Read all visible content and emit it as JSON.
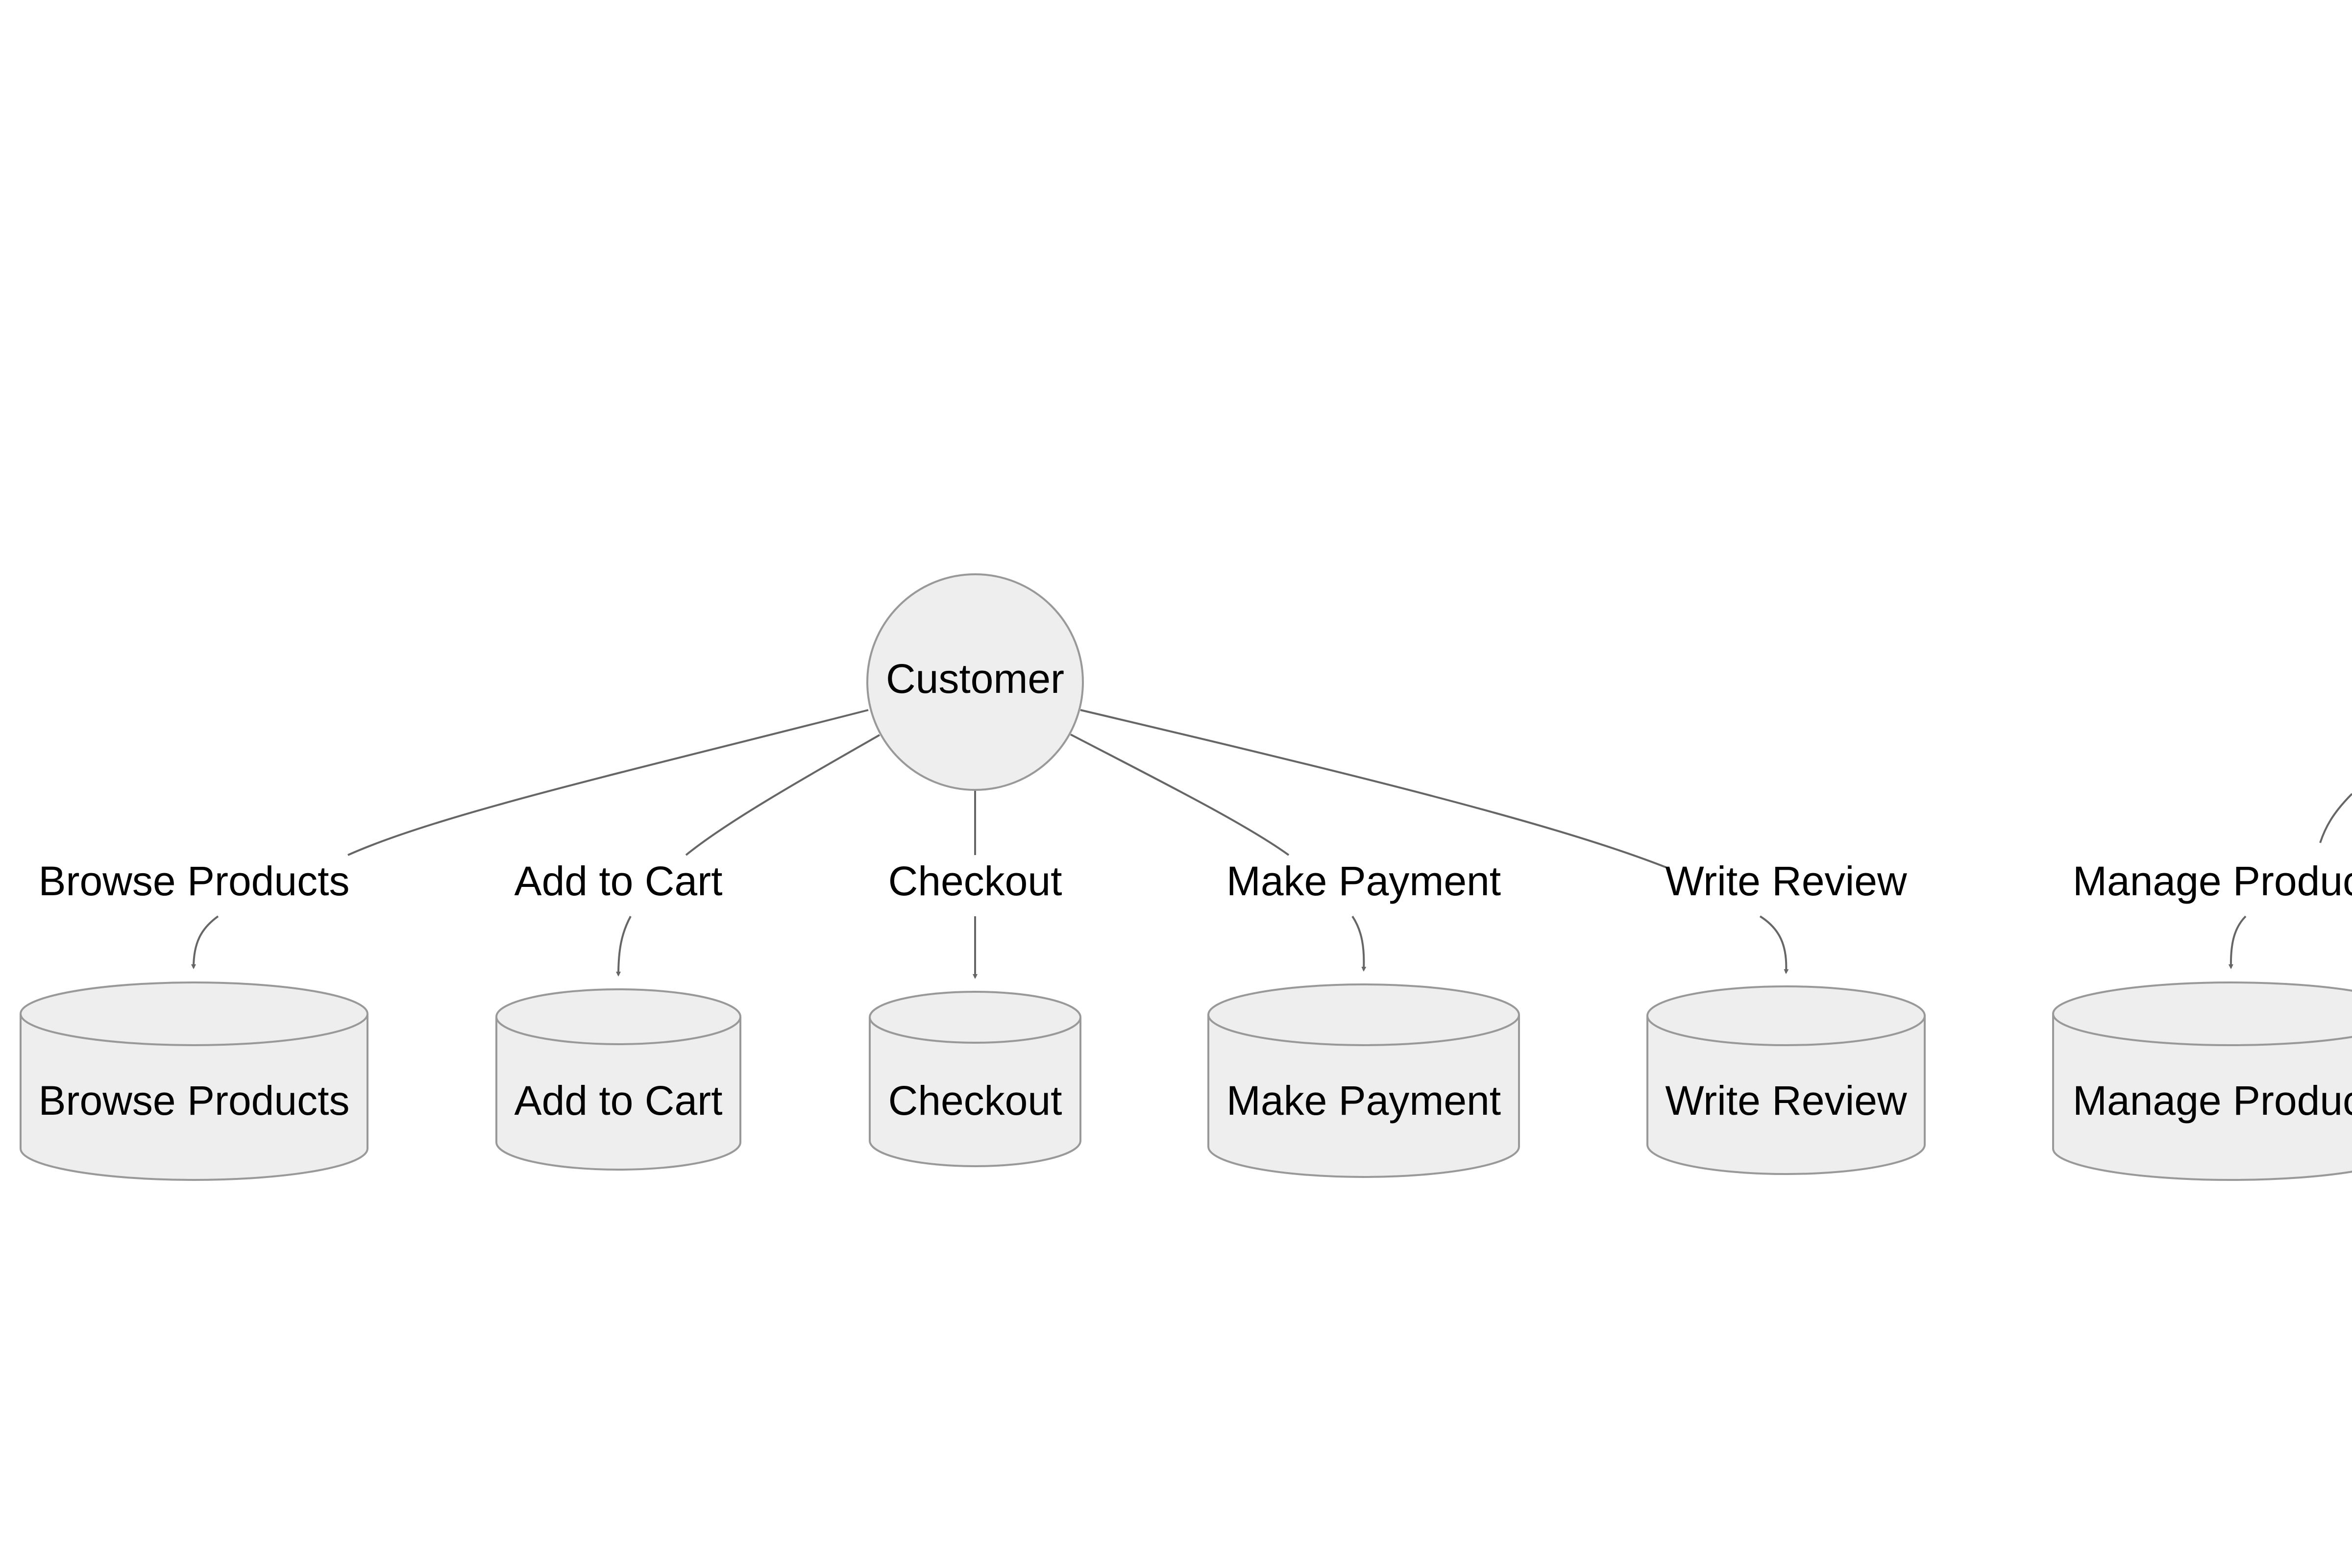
{
  "colors": {
    "background": "#ffffff",
    "node_fill": "#eeeeee",
    "node_stroke": "#999999",
    "edge_stroke": "#666666",
    "text": "#000000"
  },
  "diagram": {
    "actor": {
      "label": "Customer",
      "shape": "circle"
    },
    "edges": [
      {
        "label": "Browse Products",
        "target": "Browse Products"
      },
      {
        "label": "Add to Cart",
        "target": "Add to Cart"
      },
      {
        "label": "Checkout",
        "target": "Checkout"
      },
      {
        "label": "Make Payment",
        "target": "Make Payment"
      },
      {
        "label": "Write Review",
        "target": "Write Review"
      },
      {
        "label": "Manage Products",
        "target": "Manage Products"
      }
    ],
    "nodes": [
      {
        "label": "Browse Products",
        "shape": "cylinder"
      },
      {
        "label": "Add to Cart",
        "shape": "cylinder"
      },
      {
        "label": "Checkout",
        "shape": "cylinder"
      },
      {
        "label": "Make Payment",
        "shape": "cylinder"
      },
      {
        "label": "Write Review",
        "shape": "cylinder"
      },
      {
        "label": "Manage Products",
        "shape": "cylinder"
      }
    ]
  }
}
